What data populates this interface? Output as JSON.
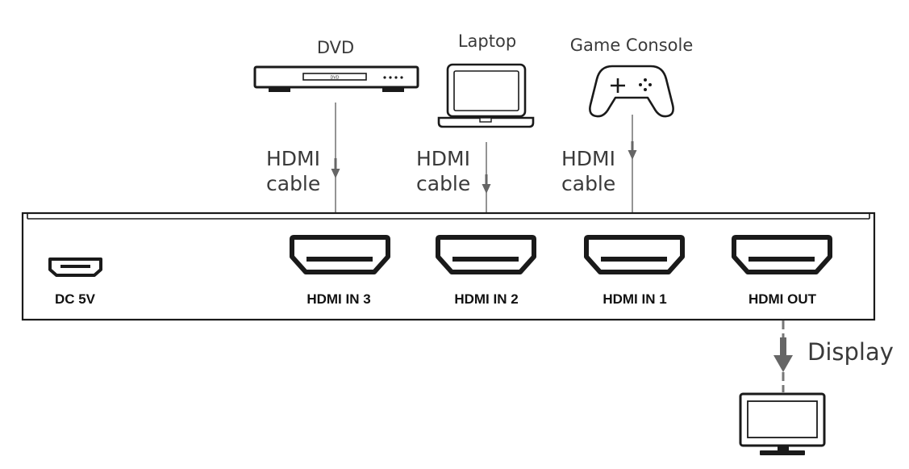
{
  "sources": [
    {
      "id": "dvd",
      "label": "DVD",
      "icon": "dvd-player-icon",
      "screen_text": "DVD",
      "cable_line1": "HDMI",
      "cable_line2": "cable",
      "port": "HDMI IN 3"
    },
    {
      "id": "laptop",
      "label": "Laptop",
      "icon": "laptop-icon",
      "cable_line1": "HDMI",
      "cable_line2": "cable",
      "port": "HDMI IN 2"
    },
    {
      "id": "game-console",
      "label": "Game Console",
      "icon": "gamepad-icon",
      "cable_line1": "HDMI",
      "cable_line2": "cable",
      "port": "HDMI IN 1"
    }
  ],
  "switch": {
    "power_port": "DC 5V",
    "output_port": "HDMI OUT"
  },
  "output": {
    "label": "Display",
    "icon": "monitor-icon"
  },
  "colors": {
    "line": "#666666",
    "text": "#3a3a3a",
    "device_outline": "#1a1a1a"
  }
}
